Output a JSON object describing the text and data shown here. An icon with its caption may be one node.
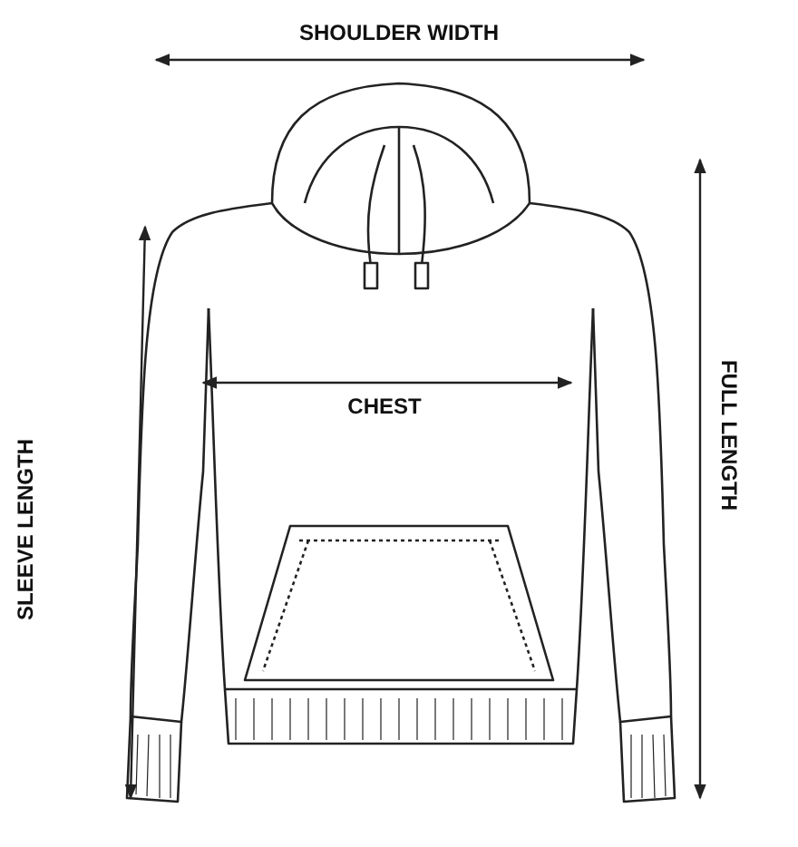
{
  "diagram": {
    "labels": [
      "SHOULDER WIDTH",
      "CHEST",
      "FULL LENGTH",
      "SLEEVE LENGTH"
    ]
  }
}
